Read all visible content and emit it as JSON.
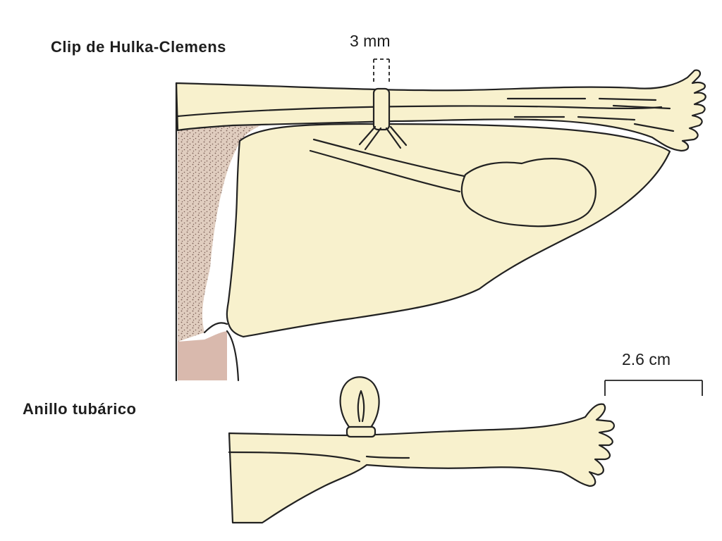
{
  "labels": {
    "clip": "Clip de Hulka-Clemens",
    "ring": "Anillo tubárico",
    "clip_width": "3 mm",
    "scale": "2.6 cm"
  },
  "colors": {
    "tissue": "#f8f1cd",
    "stipple": "#d8c3b4",
    "dark_region": "#d9b9ad",
    "line": "#222222"
  }
}
